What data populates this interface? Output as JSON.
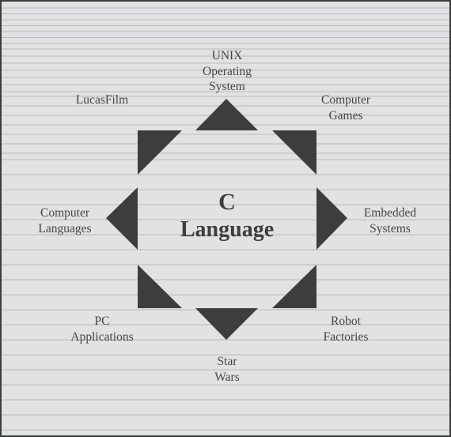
{
  "colors": {
    "background": "#e1e2e4",
    "lines": "#b9babd",
    "shapes": "#3d3d40",
    "text": "#454547",
    "border": "#3c3c3e"
  },
  "center": {
    "line1": "C",
    "line2": "Language"
  },
  "nodes": {
    "unix": [
      "UNIX",
      "Operating",
      "System"
    ],
    "computer_games": [
      "Computer",
      "Games"
    ],
    "embedded_systems": [
      "Embedded",
      "Systems"
    ],
    "robot_factories": [
      "Robot",
      "Factories"
    ],
    "star_wars": [
      "Star",
      "Wars"
    ],
    "pc_applications": [
      "PC",
      "Applications"
    ],
    "computer_languages": [
      "Computer",
      "Languages"
    ],
    "lucasfilm": [
      "LucasFilm"
    ]
  }
}
